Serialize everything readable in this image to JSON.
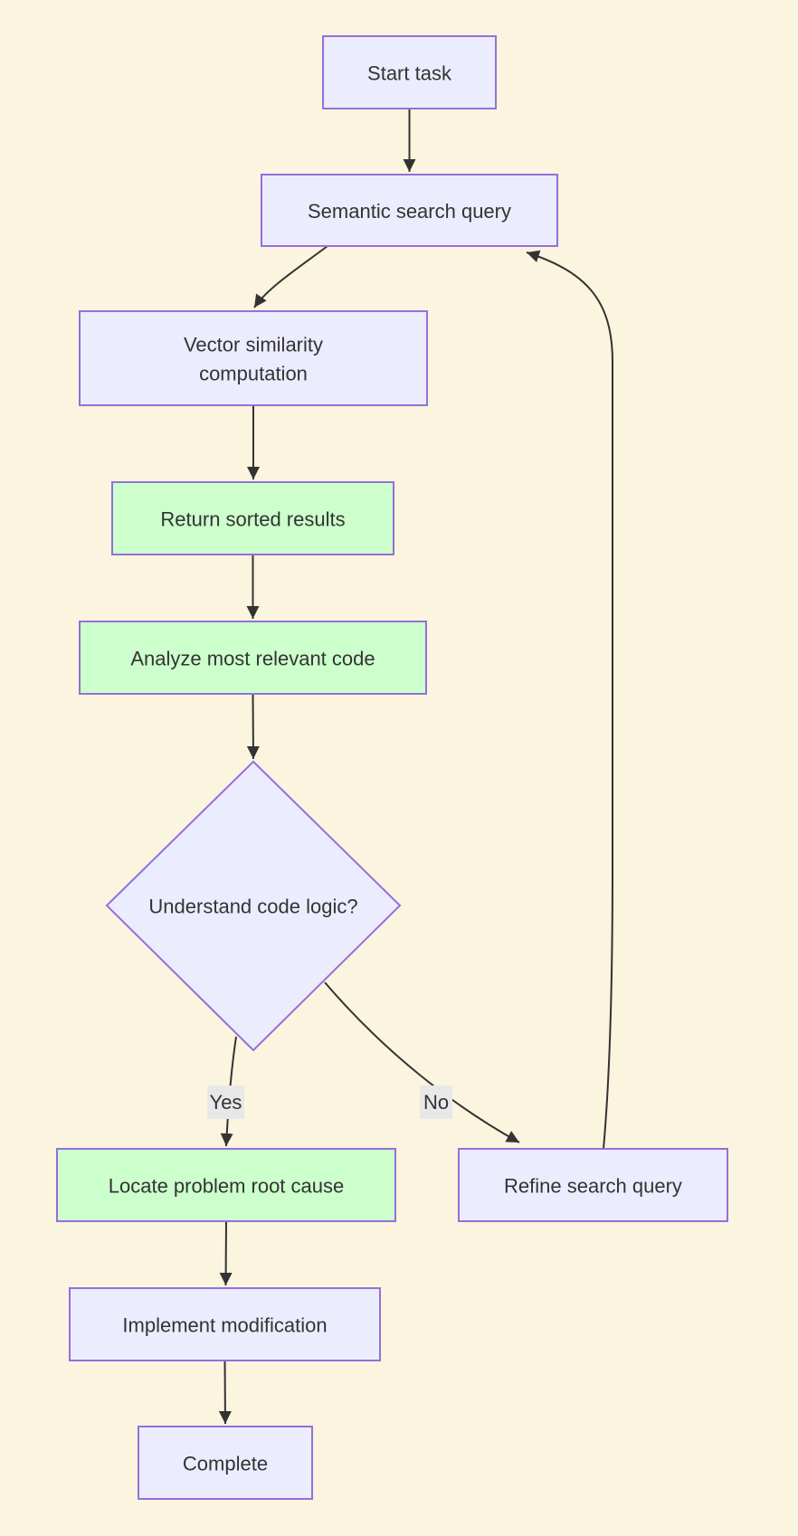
{
  "colors": {
    "background": "#FBF4DE",
    "node_fill_lavender": "#ECECFF",
    "node_fill_green": "#CCFFCC",
    "node_border": "#9370DB",
    "edge_color": "#333333",
    "text_color": "#333333",
    "edge_label_bg": "#E8E8E8"
  },
  "nodes": {
    "start": {
      "label": "Start task"
    },
    "semantic_search": {
      "label": "Semantic search query"
    },
    "vector_similarity": {
      "label": "Vector similarity computation",
      "line1": "Vector similarity",
      "line2": "computation"
    },
    "return_results": {
      "label": "Return sorted results"
    },
    "analyze_code": {
      "label": "Analyze most relevant code"
    },
    "understand_logic": {
      "label": "Understand code logic?"
    },
    "locate_root_cause": {
      "label": "Locate problem root cause"
    },
    "refine_query": {
      "label": "Refine search query"
    },
    "implement_modification": {
      "label": "Implement modification"
    },
    "complete": {
      "label": "Complete"
    }
  },
  "edge_labels": {
    "yes": "Yes",
    "no": "No"
  }
}
